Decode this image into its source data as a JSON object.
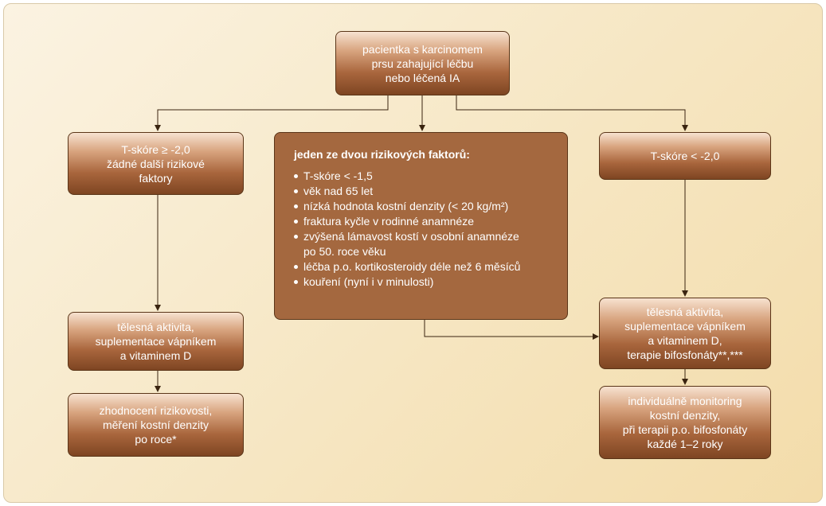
{
  "nodes": {
    "top": {
      "lines": [
        "pacientka s karcinomem",
        "prsu zahajující léčbu",
        "nebo léčená IA"
      ]
    },
    "left1": {
      "lines": [
        "T-skóre ≥ -2,0",
        "žádné další rizikové",
        "faktory"
      ]
    },
    "center": {
      "title": "jeden ze dvou rizikových faktorů:",
      "items": [
        [
          "T-skóre < -1,5"
        ],
        [
          "věk nad 65 let"
        ],
        [
          "nízká hodnota kostní denzity (< 20 kg/m²)"
        ],
        [
          "fraktura kyčle v rodinné anamnéze"
        ],
        [
          "zvýšená lámavost kostí v osobní anamnéze",
          "po 50. roce věku"
        ],
        [
          "léčba p.o. kortikosteroidy déle než 6 měsíců"
        ],
        [
          "kouření (nyní i v minulosti)"
        ]
      ]
    },
    "right1": {
      "lines": [
        "T-skóre < -2,0"
      ]
    },
    "left2": {
      "lines": [
        "tělesná aktivita,",
        "suplementace vápníkem",
        "a vitaminem D"
      ]
    },
    "left3": {
      "lines": [
        "zhodnocení rizikovosti,",
        "měření kostní denzity",
        "po roce*"
      ]
    },
    "right2": {
      "lines": [
        "tělesná aktivita,",
        "suplementace vápníkem",
        "a vitaminem D,",
        "terapie bifosfonáty**,***"
      ]
    },
    "right3": {
      "lines": [
        "individuálně monitoring",
        "kostní denzity,",
        "při terapii p.o. bifosfonáty",
        "každé 1–2 roky"
      ]
    }
  }
}
